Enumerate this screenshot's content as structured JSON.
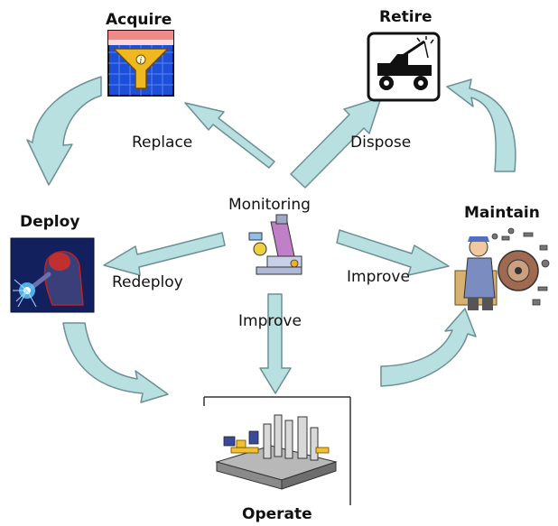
{
  "stages": {
    "acquire": "Acquire",
    "retire": "Retire",
    "deploy": "Deploy",
    "maintain": "Maintain",
    "operate": "Operate",
    "monitoring": "Monitoring"
  },
  "actions": {
    "replace": "Replace",
    "dispose": "Dispose",
    "redeploy": "Redeploy",
    "improve_maintain": "Improve",
    "improve_operate": "Improve"
  },
  "colors": {
    "arrow_fill": "#b9e0e0",
    "arrow_stroke": "#6b8f95",
    "outline": "#333333"
  }
}
